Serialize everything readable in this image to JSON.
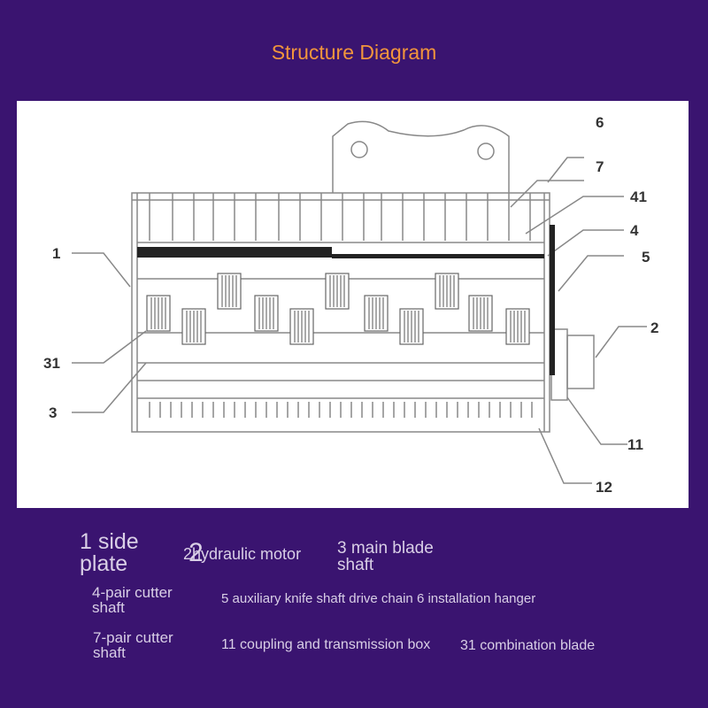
{
  "title": "Structure Diagram",
  "callouts": [
    "6",
    "7",
    "41",
    "4",
    "5",
    "2",
    "11",
    "12",
    "1",
    "31",
    "3"
  ],
  "captions": {
    "side_plate": "1 side plate",
    "hydraulic_motor": "2hydraulic motor",
    "hydraulic_motor_big2": "2",
    "main_blade_shaft": "3 main blade shaft",
    "pair_cutter_shaft_4": "4-pair cutter shaft",
    "drive_chain_and_hanger": "5 auxiliary knife shaft drive chain 6 installation hanger",
    "pair_cutter_shaft_7": "7-pair cutter shaft",
    "coupling_box": "11 coupling and transmission box",
    "combination_blade": "31 combination blade"
  }
}
